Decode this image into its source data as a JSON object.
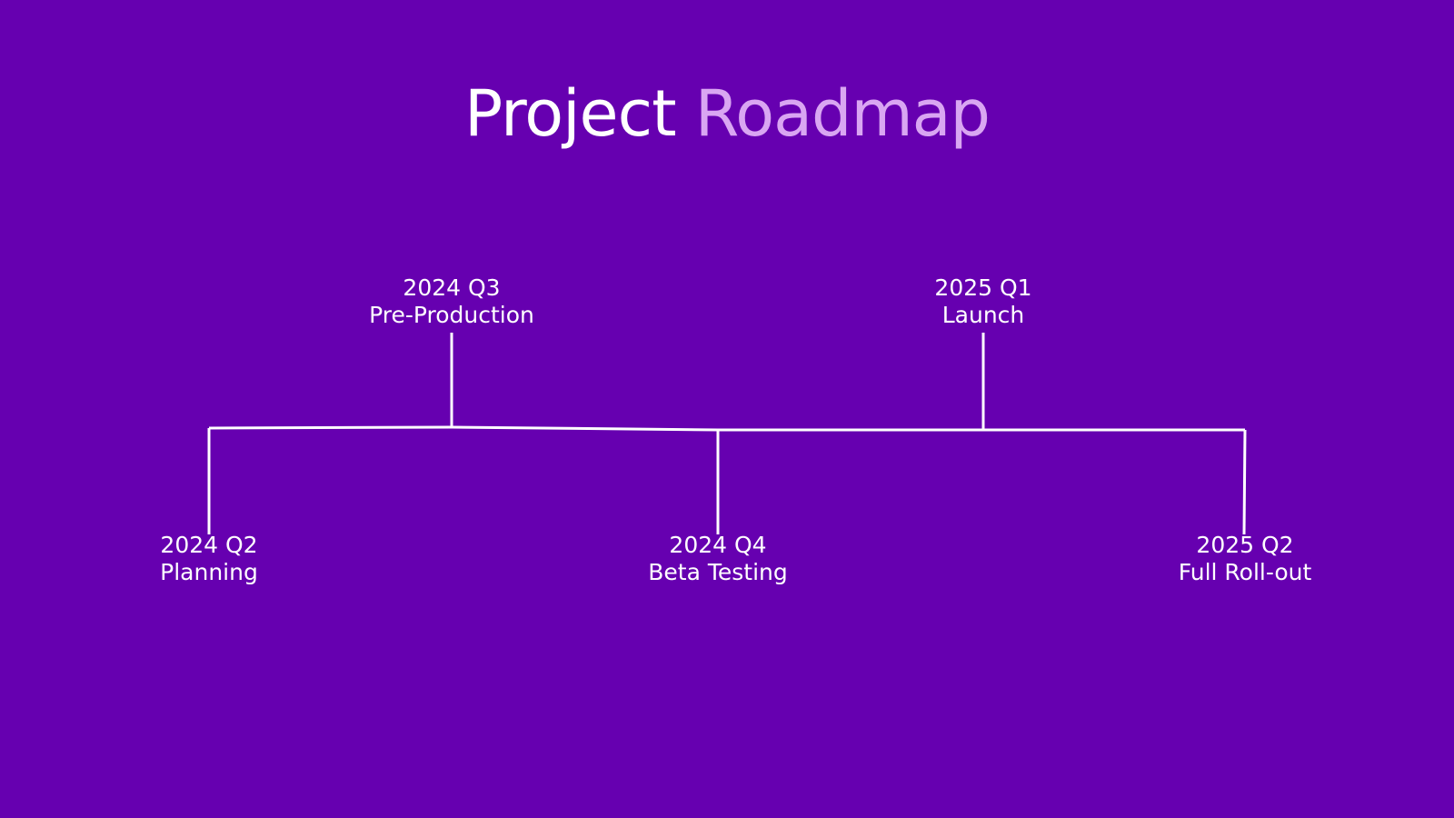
{
  "title": {
    "part1": "Project",
    "part2": "Roadmap"
  },
  "colors": {
    "background": "#6600B0",
    "text": "#FFFFFF",
    "title_accent": "#D9A6F2",
    "line": "#FFFFFF"
  },
  "milestones": [
    {
      "date": "2024 Q2",
      "label": "Planning",
      "side": "below"
    },
    {
      "date": "2024 Q3",
      "label": "Pre-Production",
      "side": "above"
    },
    {
      "date": "2024 Q4",
      "label": "Beta Testing",
      "side": "below"
    },
    {
      "date": "2025 Q1",
      "label": "Launch",
      "side": "above"
    },
    {
      "date": "2025 Q2",
      "label": "Full Roll-out",
      "side": "below"
    }
  ]
}
